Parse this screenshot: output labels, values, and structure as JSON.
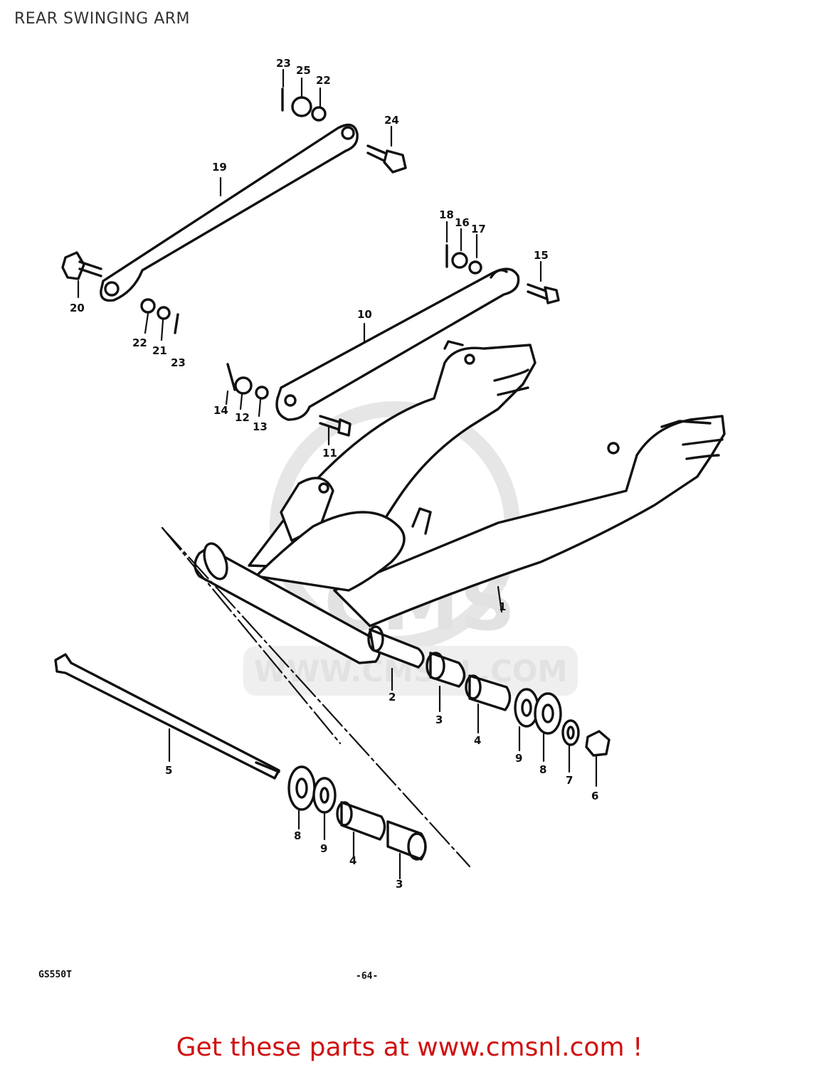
{
  "header": {
    "title": "REAR SWINGING ARM"
  },
  "diagram": {
    "callouts": {
      "c1": "1",
      "c2": "2",
      "c3a": "3",
      "c3b": "3",
      "c4a": "4",
      "c4b": "4",
      "c5": "5",
      "c6": "6",
      "c7": "7",
      "c8a": "8",
      "c8b": "8",
      "c9a": "9",
      "c9b": "9",
      "c10": "10",
      "c11": "11",
      "c12": "12",
      "c13": "13",
      "c14": "14",
      "c15": "15",
      "c16": "16",
      "c17": "17",
      "c18": "18",
      "c19": "19",
      "c20": "20",
      "c21": "21",
      "c22a": "22",
      "c22b": "22",
      "c23a": "23",
      "c23b": "23",
      "c24": "24",
      "c25": "25"
    },
    "model_code": "GS550T",
    "page_number": "-64-",
    "watermark": {
      "brand": "CMS",
      "url": "WWW.CMSNL.COM"
    }
  },
  "footer": {
    "promo_text": "Get these parts at www.cmsnl.com !"
  }
}
